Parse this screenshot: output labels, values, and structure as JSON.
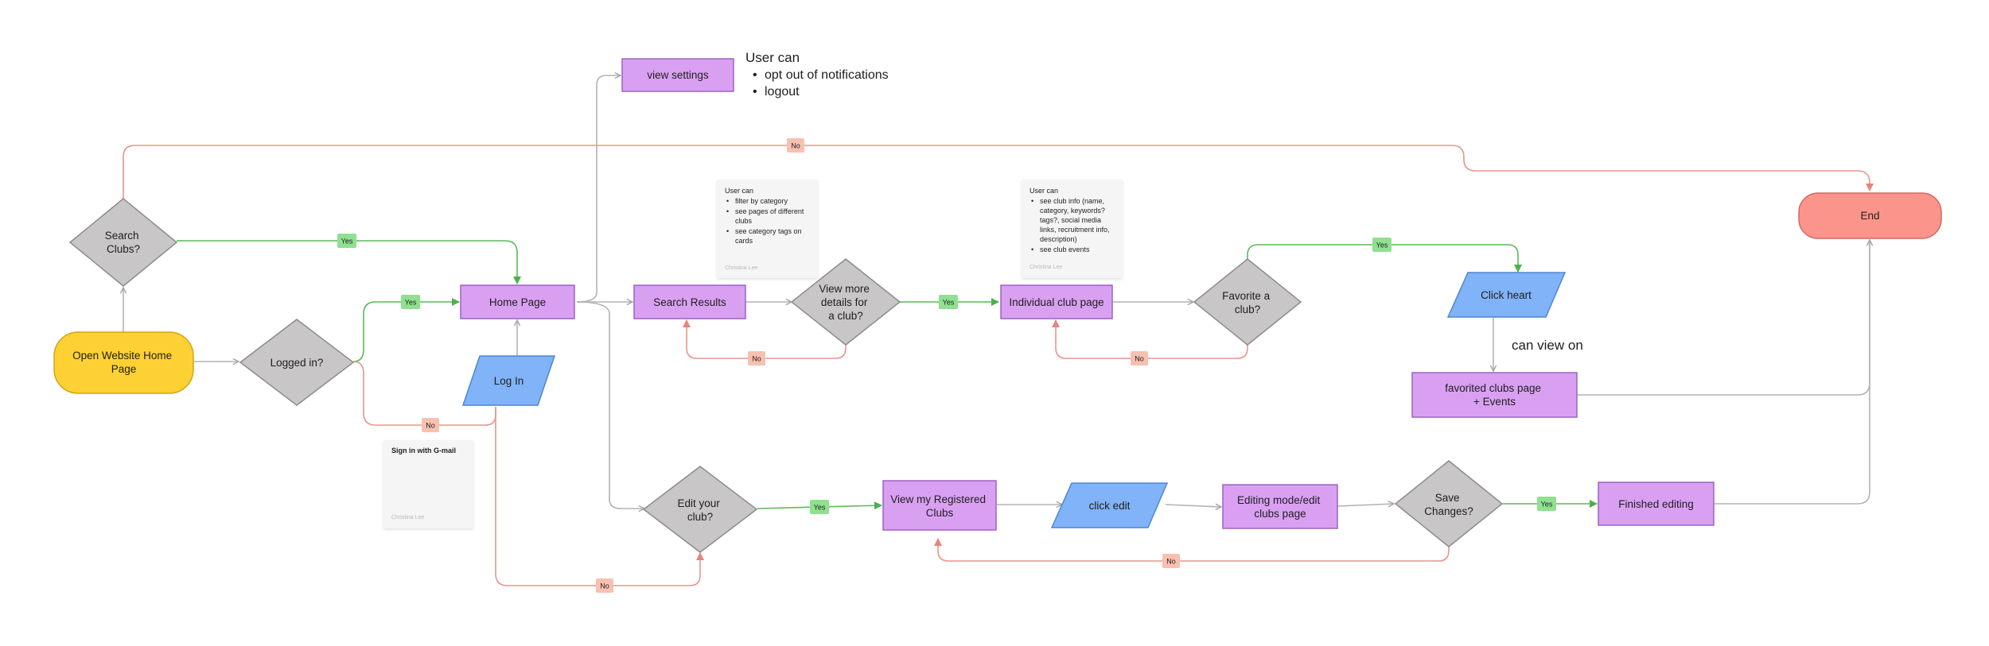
{
  "nodes": {
    "open_website": [
      "Open Website Home",
      "Page"
    ],
    "search_clubs": [
      "Search",
      "Clubs?"
    ],
    "logged_in": [
      "Logged in?"
    ],
    "home_page": [
      "Home Page"
    ],
    "log_in": [
      "Log In"
    ],
    "view_settings": [
      "view settings"
    ],
    "search_results": [
      "Search Results"
    ],
    "view_more": [
      "View more",
      "details for",
      "a club?"
    ],
    "individual_club": [
      "Individual club page"
    ],
    "favorite_club": [
      "Favorite a",
      "club?"
    ],
    "click_heart": [
      "Click heart"
    ],
    "favorited_page": [
      "favorited clubs page",
      "+ Events"
    ],
    "end": [
      "End"
    ],
    "edit_club": [
      "Edit your",
      "club?"
    ],
    "view_registered": [
      "View my Registered",
      "Clubs"
    ],
    "click_edit": [
      "click edit"
    ],
    "editing_mode": [
      "Editing mode/edit",
      "clubs page"
    ],
    "save_changes": [
      "Save",
      "Changes?"
    ],
    "finished_editing": [
      "Finished editing"
    ]
  },
  "badges": {
    "yes": "Yes",
    "no": "No"
  },
  "settings_note": {
    "title": "User can",
    "bullets": [
      "opt out of notifications",
      "logout"
    ]
  },
  "can_view_on": "can view on",
  "sticky_search": {
    "title": "User can",
    "bullets": [
      [
        "filter by category"
      ],
      [
        "see pages of different",
        "clubs"
      ],
      [
        "see category tags on",
        "cards"
      ]
    ],
    "author": "Christina Lee"
  },
  "sticky_club": {
    "title": "User can",
    "bullets": [
      [
        "see club info (name,",
        "category, keywords?",
        "tags?, social media",
        "links, recruitment info,",
        "description)"
      ],
      [
        "see club events"
      ]
    ],
    "author": "Christina Lee"
  },
  "sticky_signin": {
    "title": "Sign in with G-mail",
    "author": "Christina Lee"
  },
  "colors": {
    "yes_line": "#5cb85c",
    "no_line": "#e8958c",
    "neutral_line": "#b3b3b3",
    "purple_fill": "#d9a0f2",
    "purple_stroke": "#9c63c0",
    "blue_fill": "#80b3f7",
    "blue_stroke": "#4f86d1",
    "diamond_fill": "#c8c6c6",
    "diamond_stroke": "#8d8b8b",
    "yellow_fill": "#fdd134",
    "yellow_stroke": "#d2a614",
    "red_fill": "#fb958c",
    "red_stroke": "#d26a61",
    "yes_badge": "#8fe08f",
    "no_badge": "#f8c0b0",
    "sticky_fill": "#f5f5f5"
  }
}
